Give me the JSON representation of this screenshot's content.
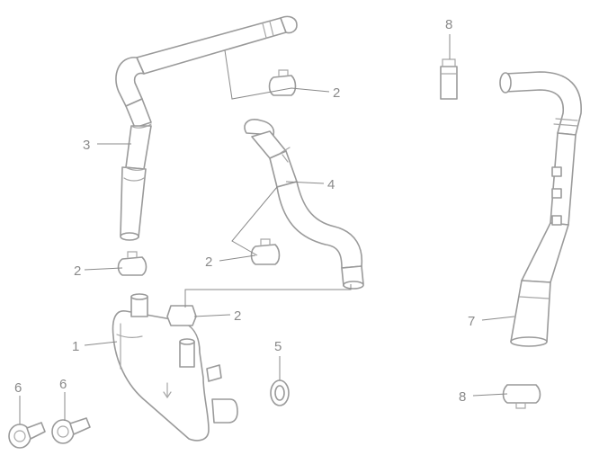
{
  "callouts": {
    "hose_top_clip": "2",
    "hose_left_part": "3",
    "hose_left_clip": "2",
    "hose_mid_part": "4",
    "hose_mid_clip": "2",
    "tank_clip": "2",
    "tank_part": "1",
    "bolt_a": "6",
    "bolt_b": "6",
    "oring_part": "5",
    "right_top_clip": "8",
    "right_pipe_part": "7",
    "right_bottom_clip": "8"
  },
  "colors": {
    "line": "#9a9a9a",
    "label": "#8a8a8a",
    "background": "#ffffff"
  }
}
